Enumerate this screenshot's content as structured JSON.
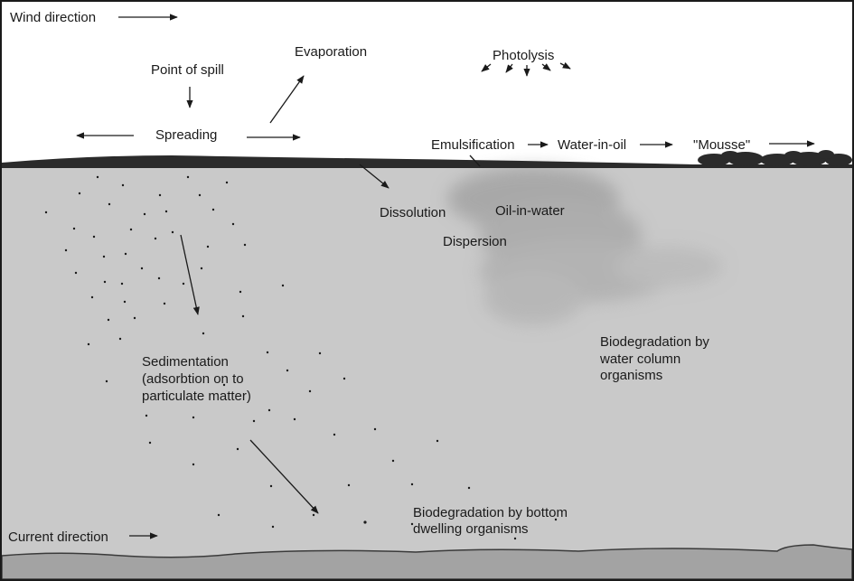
{
  "labels": {
    "wind_direction": "Wind direction",
    "point_of_spill": "Point of spill",
    "evaporation": "Evaporation",
    "photolysis": "Photolysis",
    "spreading": "Spreading",
    "emulsification": "Emulsification",
    "water_in_oil": "Water-in-oil",
    "mousse": "\"Mousse\"",
    "dissolution": "Dissolution",
    "oil_in_water": "Oil-in-water",
    "dispersion": "Dispersion",
    "sedimentation_line1": "Sedimentation",
    "sedimentation_line2": "(adsorbtion on to",
    "sedimentation_line3": "particulate matter)",
    "biodeg_water_line1": "Biodegradation by",
    "biodeg_water_line2": "water column",
    "biodeg_water_line3": "organisms",
    "biodeg_bottom_line1": "Biodegradation by bottom",
    "biodeg_bottom_line2": "dwelling organisms",
    "current_direction": "Current direction"
  },
  "colors": {
    "sky": "#ffffff",
    "water": "#c9c9c9",
    "seabed": "#a3a3a3",
    "oil_slick": "#2b2b2b",
    "dispersion_cloud": "#a8a8a8",
    "ink": "#1a1a1a"
  }
}
